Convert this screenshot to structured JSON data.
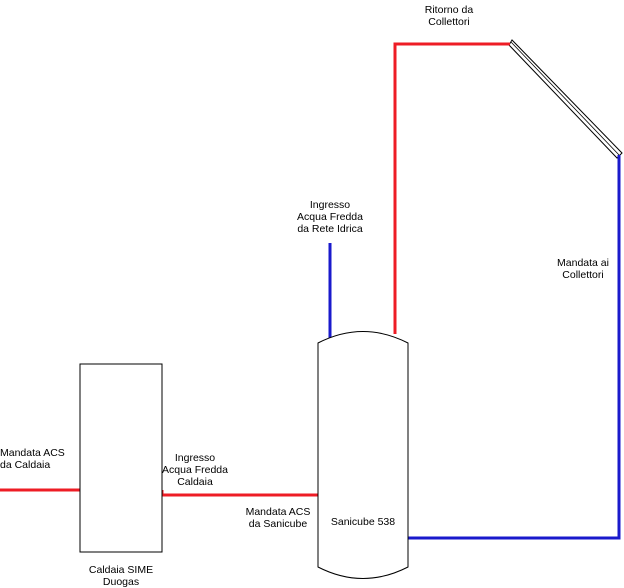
{
  "colors": {
    "hot_pipe": "#ee1c25",
    "cold_pipe": "#1a1acc",
    "outline": "#000000"
  },
  "labels": {
    "return_collectors": [
      "Ritorno da",
      "Collettori"
    ],
    "cold_inlet_network": [
      "Ingresso",
      "Acqua Fredda",
      "da Rete Idrica"
    ],
    "supply_collectors": [
      "Mandata ai",
      "Collettori"
    ],
    "dhw_from_boiler": [
      "Mandata ACS",
      "da Caldaia"
    ],
    "cold_inlet_boiler": [
      "Ingresso",
      "Acqua Fredda",
      "Caldaia"
    ],
    "dhw_from_sanicube": [
      "Mandata ACS",
      "da Sanicube"
    ],
    "sanicube": "Sanicube 538",
    "boiler": [
      "Caldaia SIME",
      "Duogas"
    ]
  }
}
